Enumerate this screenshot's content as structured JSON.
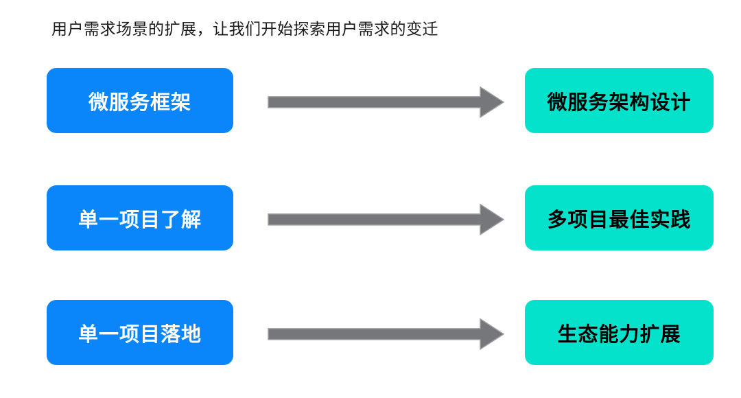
{
  "title": "用户需求场景的扩展，让我们开始探索用户需求的变迁",
  "colors": {
    "source_box": "#0b86fa",
    "source_text": "#ffffff",
    "target_box": "#04e2cc",
    "target_text": "#000000",
    "arrow": "#76777b",
    "background": "#ffffff"
  },
  "rows": [
    {
      "source": "微服务框架",
      "target": "微服务架构设计"
    },
    {
      "source": "单一项目了解",
      "target": "多项目最佳实践"
    },
    {
      "source": "单一项目落地",
      "target": "生态能力扩展"
    }
  ]
}
